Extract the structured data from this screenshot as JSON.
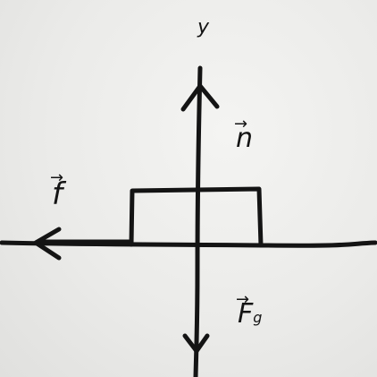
{
  "diagram": {
    "axis_label_y": "y",
    "forces": [
      {
        "id": "normal",
        "symbol": "n",
        "subscript": "",
        "direction": "up"
      },
      {
        "id": "friction",
        "symbol": "f",
        "subscript": "",
        "direction": "left"
      },
      {
        "id": "gravity",
        "symbol": "F",
        "subscript": "g",
        "direction": "down"
      }
    ],
    "vector_arrow": "→",
    "ink_color": "#141414"
  }
}
